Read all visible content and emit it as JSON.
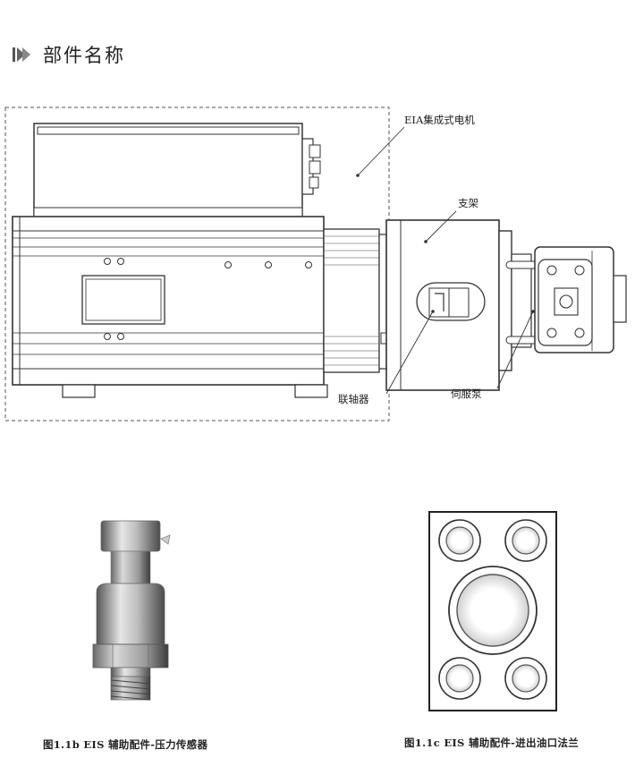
{
  "section": {
    "title": "部件名称",
    "marker_icon": "double-play-arrow-icon"
  },
  "main_figure": {
    "labels": {
      "motor": "EIA集成式电机",
      "bracket": "支架",
      "coupling": "联轴器",
      "servo_pump": "伺服泵"
    }
  },
  "figure_b": {
    "caption": "图1.1b EIS 辅助配件-压力传感器"
  },
  "figure_c": {
    "caption": "图1.1c EIS 辅助配件-进出油口法兰"
  },
  "colors": {
    "line": "#333333",
    "dash": "#555555",
    "metal_dark": "#5a5a5a",
    "metal_light": "#d8d8d8"
  }
}
